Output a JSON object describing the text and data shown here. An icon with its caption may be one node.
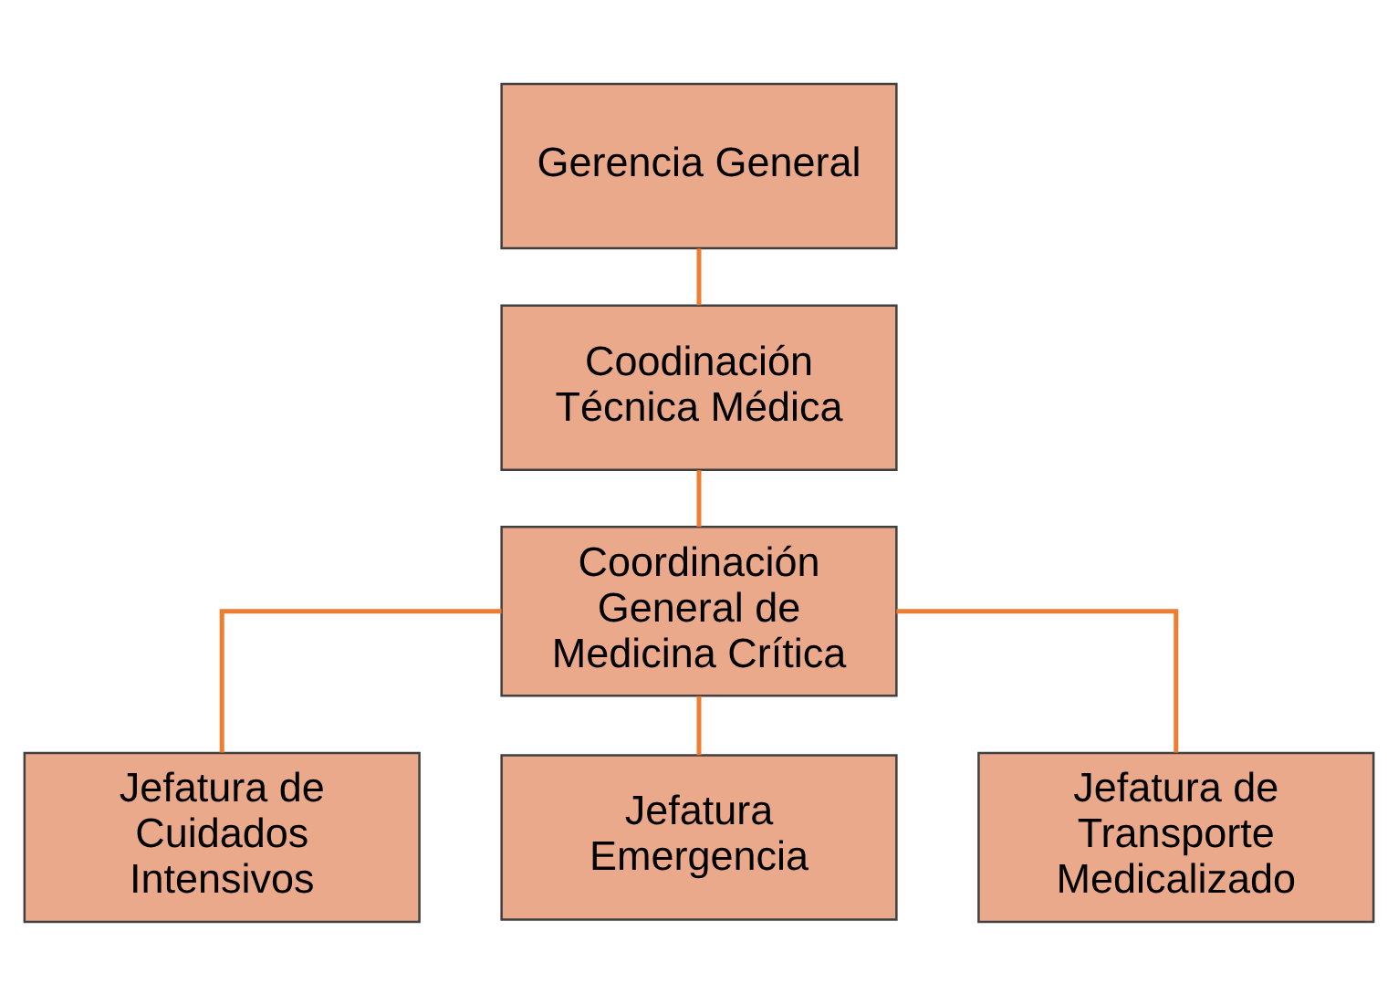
{
  "diagram": {
    "nodes": [
      {
        "text": [
          "Gerencia General"
        ]
      },
      {
        "text": [
          "Coodinación Técnica Médica"
        ]
      },
      {
        "text": [
          "Coordinación General de Medicina Crítica"
        ]
      },
      {
        "text": [
          "Jefatura de Cuidados Intensivos"
        ]
      },
      {
        "text": [
          "Jefatura Emergencia"
        ]
      },
      {
        "text": [
          "Jefatura de Transporte Medicalizado"
        ]
      }
    ],
    "edges": [
      {
        "from": 0,
        "to": 1,
        "arrow": "none"
      },
      {
        "from": 1,
        "to": 2,
        "arrow": "none"
      },
      {
        "from": 2,
        "to": 3,
        "arrow": "none"
      },
      {
        "from": 2,
        "to": 4,
        "arrow": "none"
      },
      {
        "from": 2,
        "to": 5,
        "arrow": "none"
      }
    ]
  }
}
